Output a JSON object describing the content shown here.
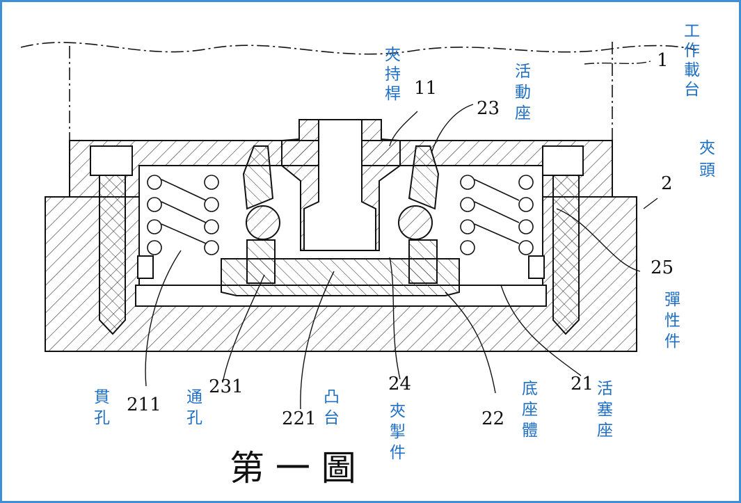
{
  "title": "第 一 圖",
  "parts": {
    "workstage": {
      "number": "1",
      "label": [
        "工",
        "作",
        "載",
        "台"
      ]
    },
    "chuck": {
      "number": "2",
      "label": [
        "夾",
        "頭"
      ]
    },
    "clamp_rod": {
      "number": "11",
      "label": [
        "夾",
        "持",
        "桿"
      ]
    },
    "movable_seat": {
      "number": "23",
      "label": [
        "活",
        "動",
        "座"
      ]
    },
    "elastic_member": {
      "number": "25",
      "label": [
        "彈",
        "性",
        "件"
      ]
    },
    "through_hole": {
      "number": "211",
      "label": [
        "貫",
        "孔"
      ]
    },
    "passage_hole": {
      "number": "231",
      "label": [
        "通",
        "孔"
      ]
    },
    "boss": {
      "number": "221",
      "label": [
        "凸",
        "台"
      ]
    },
    "clamping_member": {
      "number": "24",
      "label": [
        "夾",
        "掣",
        "件"
      ]
    },
    "base_body": {
      "number": "22",
      "label": [
        "底",
        "座",
        "體"
      ]
    },
    "piston_seat": {
      "number": "21",
      "label": [
        "活",
        "塞",
        "座"
      ]
    }
  },
  "colors": {
    "border": "#3f8fd6",
    "label": "#1f6fc5",
    "line": "#111111"
  }
}
